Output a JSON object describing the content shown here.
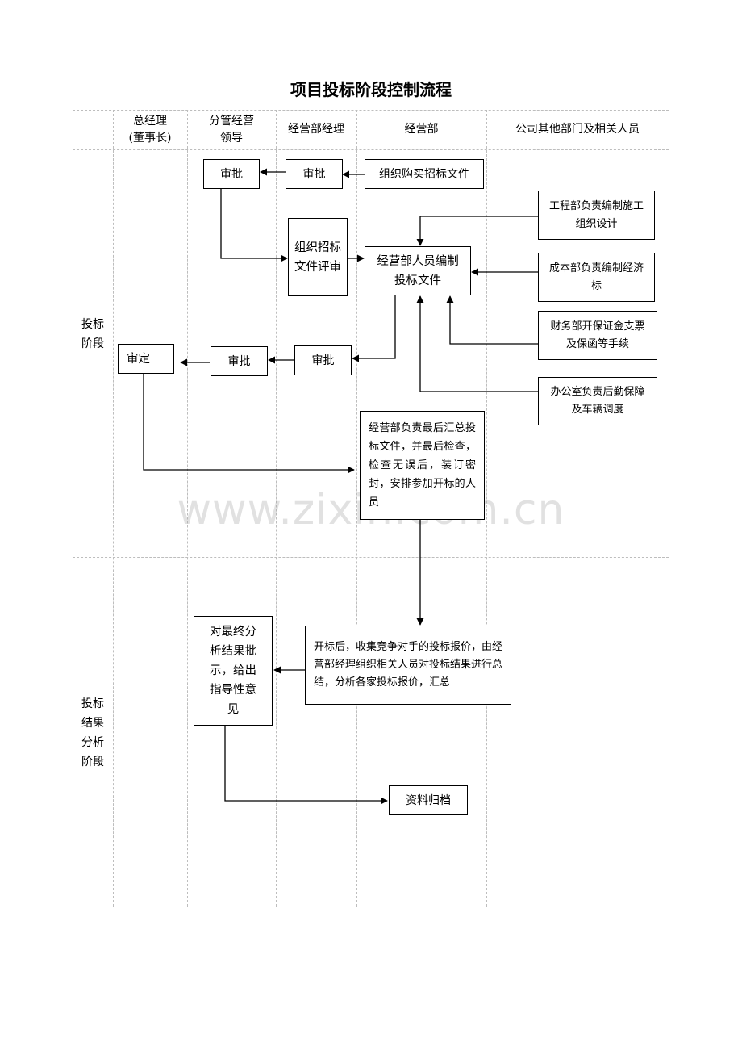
{
  "title": "项目投标阶段控制流程",
  "columns": [
    {
      "label": "总经理\n(董事长)"
    },
    {
      "label": "分管经营\n领导"
    },
    {
      "label": "经营部经理"
    },
    {
      "label": "经营部"
    },
    {
      "label": "公司其他部门及相关人员"
    }
  ],
  "stages": {
    "bidding": "投标\n阶段",
    "analysis": "投标\n结果\n分析\n阶段"
  },
  "boxes": {
    "approve_leader_1": "审批",
    "approve_manager_1": "审批",
    "buy_documents": "组织购买招标文件",
    "review_documents": "组织招标文件评审",
    "compile_bid": "经营部人员编制投标文件",
    "engineering": "工程部负责编制施工组织设计",
    "cost": "成本部负责编制经济标",
    "finance": "财务部开保证金支票及保函等手续",
    "office": "办公室负责后勤保障及车辆调度",
    "finalize": "审定",
    "approve_leader_2": "审批",
    "approve_manager_2": "审批",
    "summarize_bid": "经营部负责最后汇总投标文件，并最后检查，检查无误后，装订密封，安排参加开标的人员",
    "after_opening": "开标后，收集竞争对手的投标报价，由经营部经理组织相关人员对投标结果进行总结，分析各家投标报价，汇总",
    "final_review": "对最终分析结果批示，给出指导性意见",
    "archive": "资料归档"
  },
  "watermark": "www.zixin.com.cn"
}
